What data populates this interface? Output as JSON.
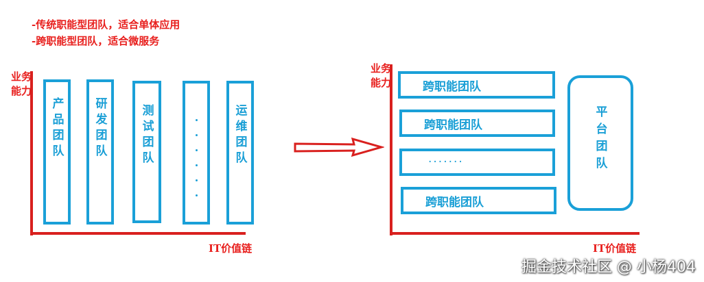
{
  "notes": [
    "-传统职能型团队，适合单体应用",
    "-跨职能型团队，适合微服务"
  ],
  "left": {
    "y_label": "业务能力",
    "x_label": "IT价值链",
    "columns": [
      "产品团队",
      "研发团队",
      "测试团队",
      "运维团队"
    ]
  },
  "right": {
    "y_label": "业务能力",
    "x_label": "IT价值链",
    "rows": [
      "跨职能团队",
      "跨职能团队",
      "·······",
      "跨职能团队"
    ],
    "platform": "平台团队"
  },
  "watermark": "掘金技术社区 @ 小杨404",
  "colors": {
    "axis": "#d9201e",
    "box": "#1aa0d8",
    "notes": "#e8201e"
  }
}
